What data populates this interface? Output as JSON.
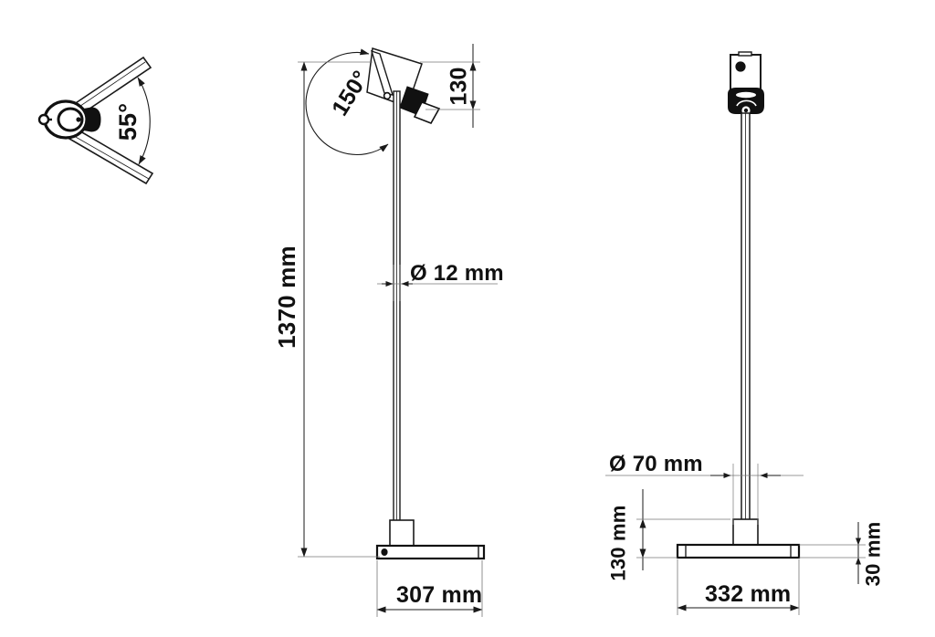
{
  "drawing": {
    "title": "Floor lamp dimensioned technical drawing",
    "units": "mm",
    "line_color": "#1a1a1a",
    "fill_color": "#000000",
    "background": "#ffffff",
    "views": [
      {
        "name": "top-view",
        "label": "top view of lamp head and V-shaped base"
      },
      {
        "name": "front-view",
        "label": "front elevation with pole and base"
      },
      {
        "name": "side-view",
        "label": "side elevation with pole and T base"
      }
    ]
  },
  "dimensions": {
    "top_view_angle": "55°",
    "head_tilt_angle": "150°",
    "head_height": "130",
    "pole_height": "1370 mm",
    "pole_diameter": "Ø 12 mm",
    "base_length_front": "307 mm",
    "base_collar_diameter": "Ø 70 mm",
    "collar_height": "130 mm",
    "base_thickness": "30 mm",
    "base_length_side": "332 mm"
  }
}
